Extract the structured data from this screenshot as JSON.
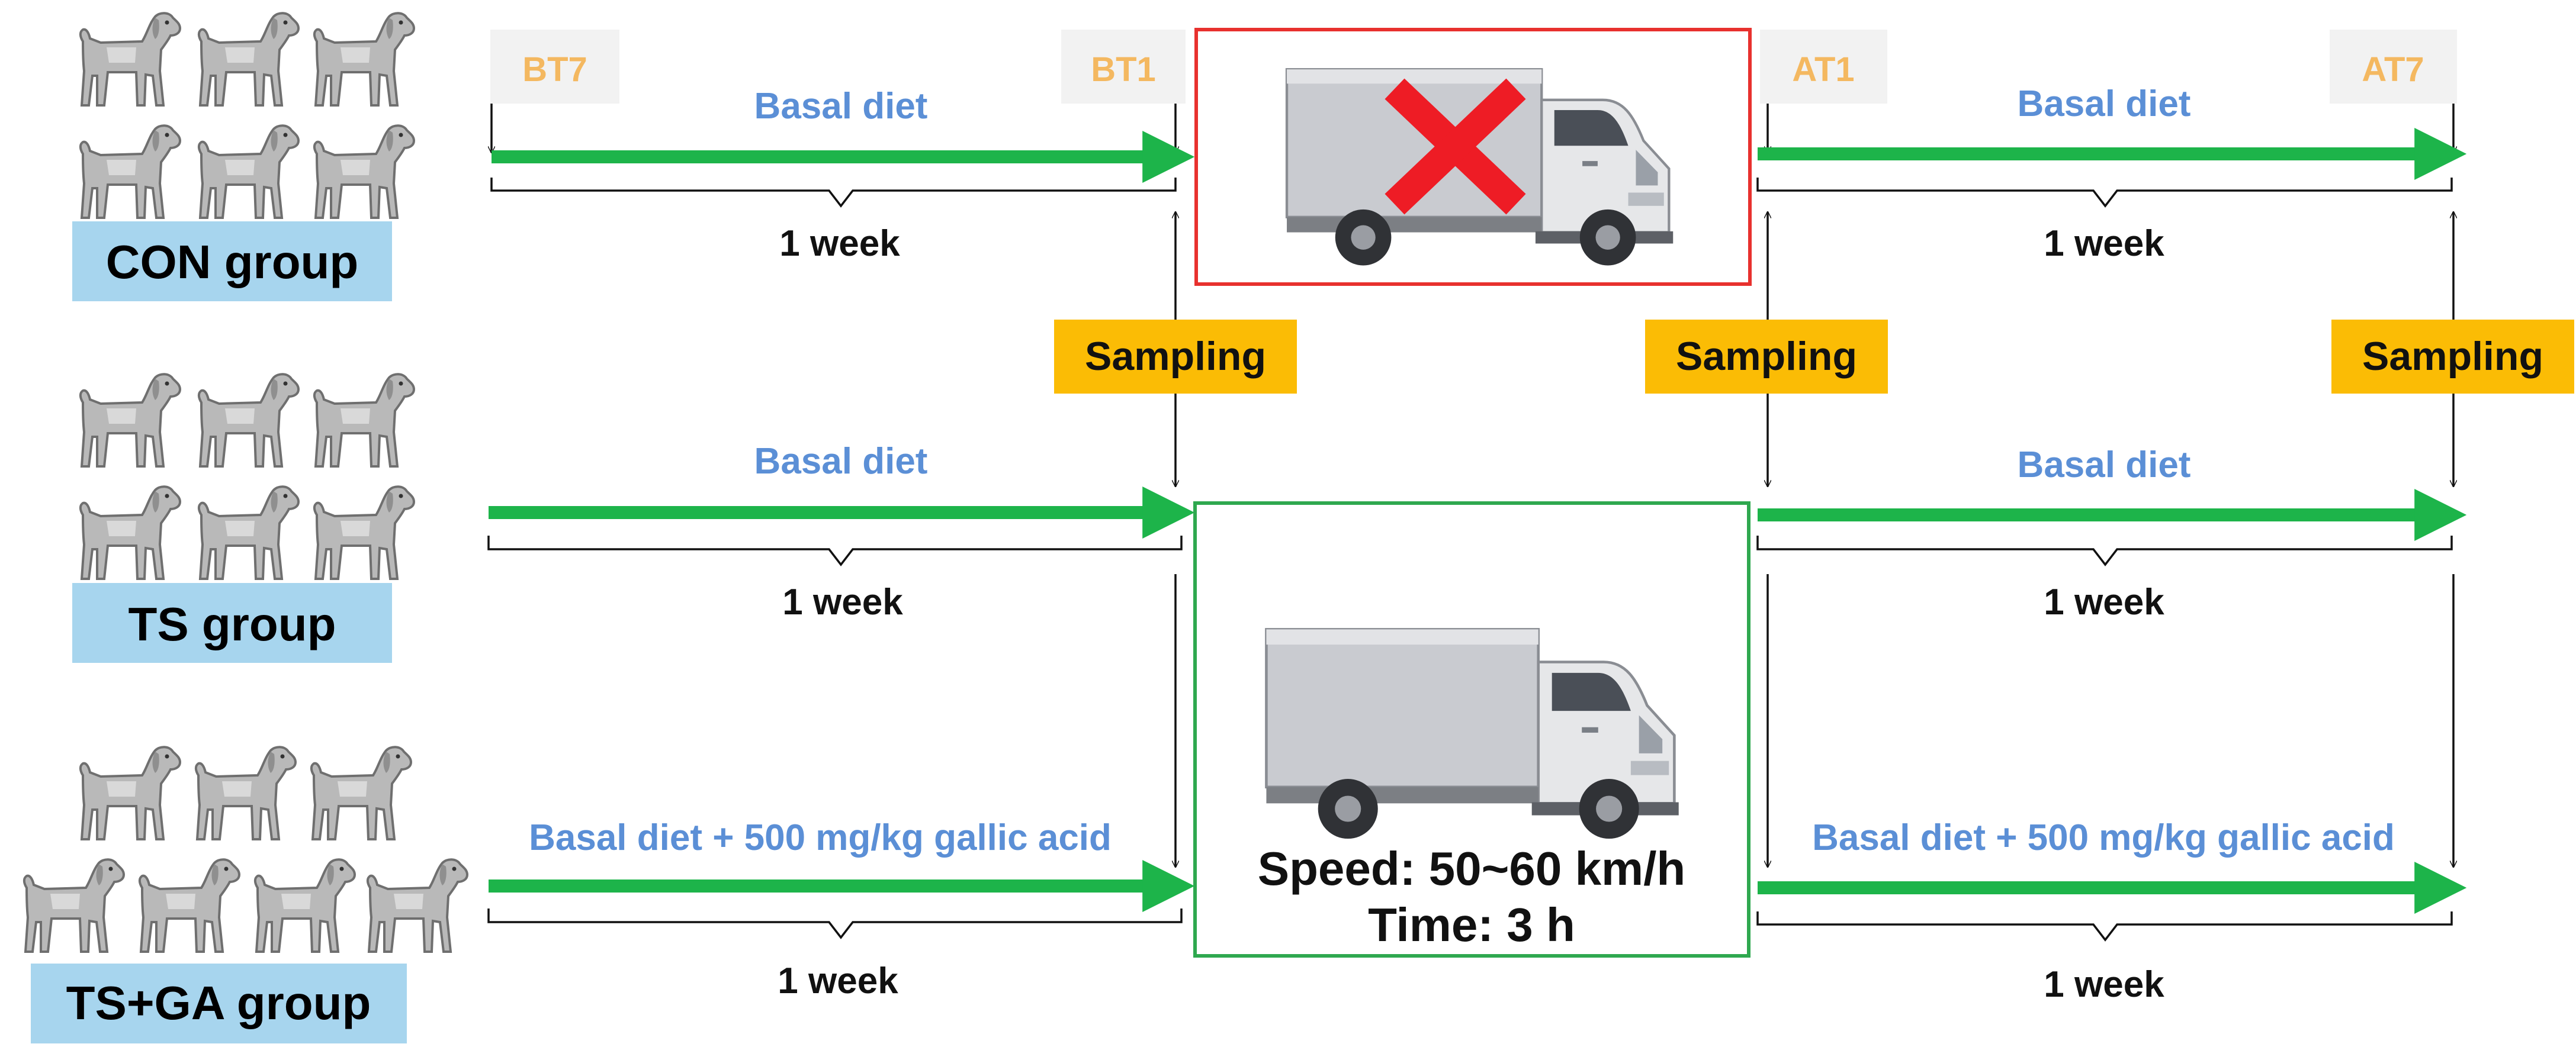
{
  "groups": [
    {
      "label": "CON group",
      "diet_before": "Basal diet",
      "diet_after": "Basal diet",
      "week_before": "1 week",
      "week_after": "1 week"
    },
    {
      "label": "TS group",
      "diet_before": "Basal diet",
      "diet_after": "Basal diet",
      "week_before": "1 week",
      "week_after": "1 week"
    },
    {
      "label": "TS+GA group",
      "diet_before": "Basal diet + 500 mg/kg gallic acid",
      "diet_after": "Basal diet + 500 mg/kg gallic acid",
      "week_before": "1 week",
      "week_after": "1 week"
    }
  ],
  "timepoints": {
    "bt7": "BT7",
    "bt1": "BT1",
    "at1": "AT1",
    "at7": "AT7"
  },
  "sampling": {
    "label": "Sampling"
  },
  "transport": {
    "speed": "Speed: 50~60 km/h",
    "time": "Time: 3 h"
  },
  "colors": {
    "arrow": "#1db44a",
    "group_box": "#a7d5ee",
    "sampling_box": "#fbbc05",
    "time_box": "#f2f2f2",
    "time_text": "#f4b860",
    "diet_text": "#5b8fd6",
    "no_transport_border": "#e8312e",
    "transport_border": "#2fa84f",
    "cross": "#ee1c25"
  },
  "icons": {
    "animal": "beagle-dog-icon",
    "vehicle": "truck-icon",
    "no_transport": "red-cross-icon"
  }
}
